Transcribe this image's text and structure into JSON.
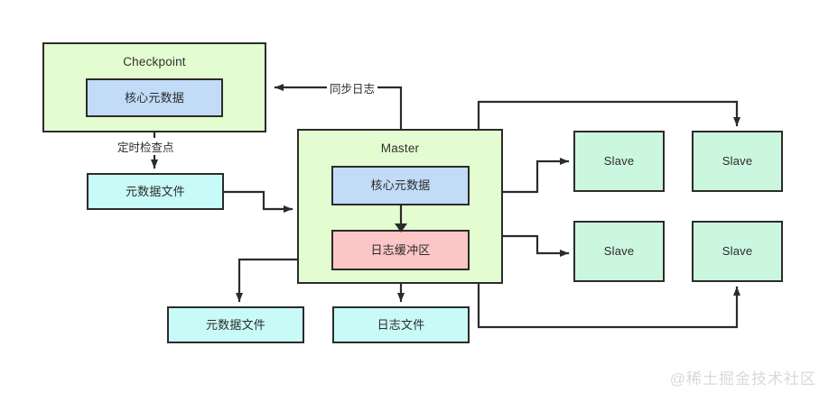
{
  "diagram": {
    "title_text": "",
    "colors": {
      "group_fill": "#e3fdd0",
      "core_metadata_fill": "#c2dcf7",
      "log_buffer_fill": "#fcc6c6",
      "file_fill": "#c8fbf8",
      "slave_fill": "#ccf7df",
      "stroke": "#2b2b2b",
      "watermark": "#d9d9d9"
    },
    "nodes": {
      "checkpoint_group": "Checkpoint",
      "checkpoint_core_metadata": "核心元数据",
      "metadata_file_left": "元数据文件",
      "master_group": "Master",
      "master_core_metadata": "核心元数据",
      "log_buffer": "日志缓冲区",
      "metadata_file_bottom": "元数据文件",
      "log_file_bottom": "日志文件",
      "slave_top_left": "Slave",
      "slave_top_right": "Slave",
      "slave_bottom_left": "Slave",
      "slave_bottom_right": "Slave"
    },
    "edge_labels": {
      "sync_log": "同步日志",
      "periodic_checkpoint": "定时检查点"
    },
    "watermark": "@稀土掘金技术社区"
  }
}
